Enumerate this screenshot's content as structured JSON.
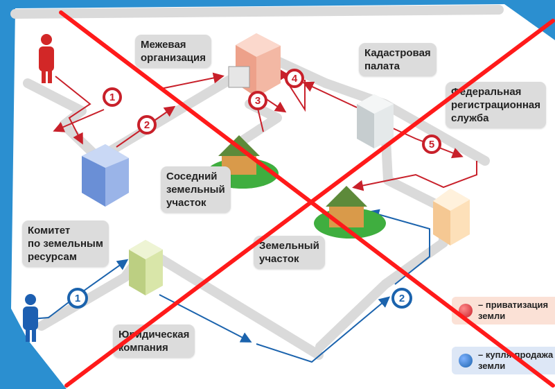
{
  "labels": {
    "land_survey_org": [
      "Межевая",
      "организация"
    ],
    "cadastre_chamber": [
      "Кадастровая",
      "палата"
    ],
    "federal_registration": [
      "Федеральная",
      "регистрационная",
      "служба"
    ],
    "neighbor_plot": [
      "Соседний",
      "земельный",
      "участок"
    ],
    "land_committee": [
      "Комитет",
      "по земельным",
      "ресурсам"
    ],
    "land_plot": [
      "Земельный",
      "участок"
    ],
    "legal_company": [
      "Юридическая",
      "компания"
    ]
  },
  "steps": {
    "privatization": [
      "1",
      "2",
      "3",
      "4",
      "5"
    ],
    "purchase": [
      "1",
      "2"
    ]
  },
  "legend": {
    "privatization": [
      "– приватизация",
      "земли"
    ],
    "purchase": [
      "– купля-продажа",
      "земли"
    ]
  },
  "colors": {
    "background": "#2b8fd0",
    "privatization": "#c8202a",
    "purchase": "#1b63ad",
    "cross": "#ff1a1a",
    "road": "#d9d9d9",
    "bubble": "#dcdcdc"
  }
}
